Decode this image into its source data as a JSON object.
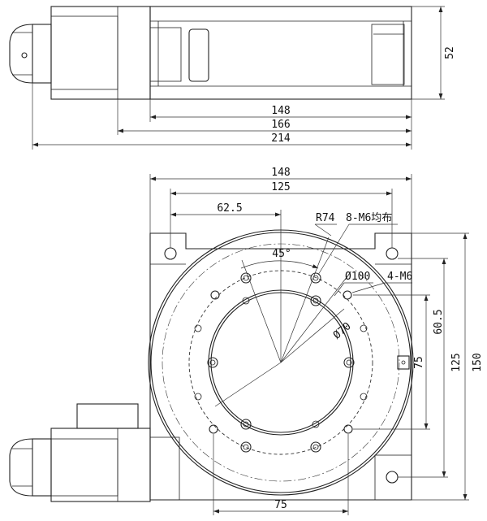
{
  "side_view": {
    "dims": {
      "height": "52",
      "table_width": "148",
      "body_length": "166",
      "overall_length": "214"
    }
  },
  "top_view": {
    "dims": {
      "table_width": "148",
      "hole_spacing_x": "125",
      "half_spacing": "62.5",
      "radius": "R74",
      "bolt_circle_note": "8-M6均布",
      "angle": "45°",
      "diameter_outer": "Ø100",
      "corner_holes": "4-M6",
      "diameter_inner": "Ø70",
      "vert_60_5": "60.5",
      "vert_75": "75",
      "vert_125": "125",
      "vert_150": "150",
      "bottom_75": "75"
    }
  }
}
